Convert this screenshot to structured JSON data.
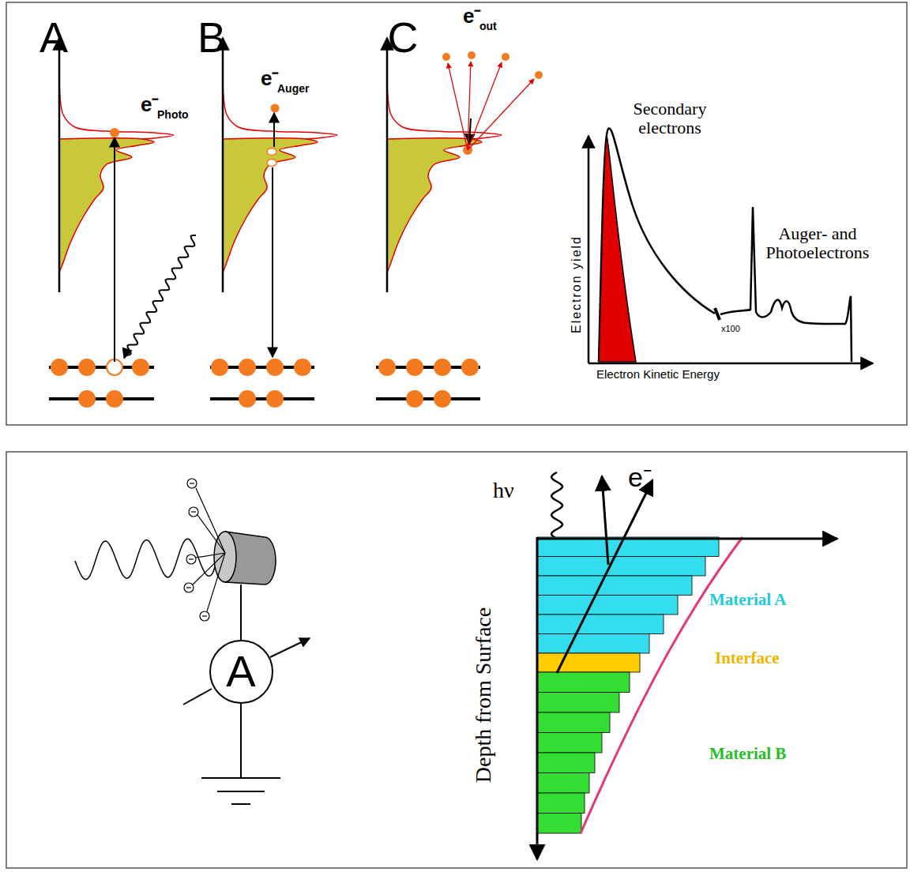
{
  "diagram": {
    "nodes": [
      {
        "text": [
          "A"
        ]
      }
    ],
    "labels": [
      "A",
      "B",
      "C",
      "e⁻",
      "Photo",
      "e⁻",
      "Auger",
      "e⁻",
      "out",
      "Secondary electrons",
      "Electron yield",
      "x100",
      "Auger- and Photoelectrons",
      "Electron Kinetic Energy",
      "hν",
      "e⁻",
      "Depth from Surface",
      "Material A",
      "Interface",
      "Material B"
    ]
  }
}
